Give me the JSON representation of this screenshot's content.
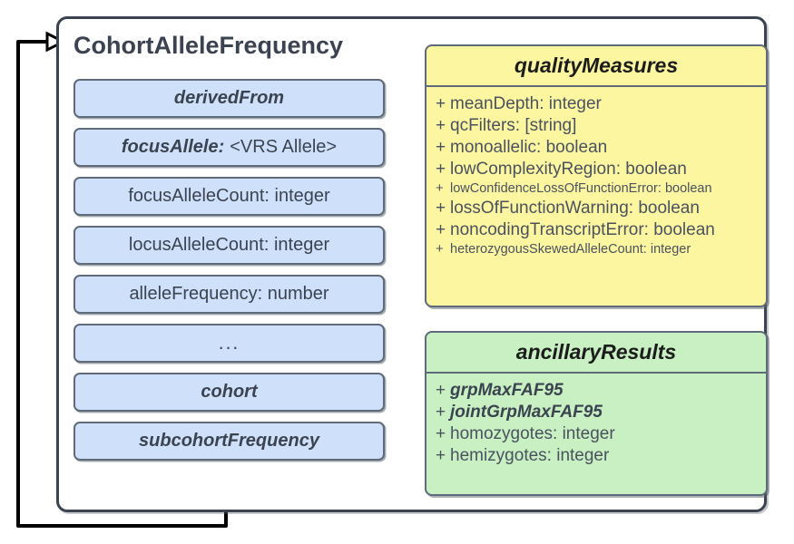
{
  "diagram": {
    "title": "CohortAlleleFrequency",
    "colors": {
      "attribute_fill": "#cfe0fa",
      "quality_fill": "#fdf6a0",
      "ancillary_fill": "#c8f0c2",
      "border": "#5f6b7a",
      "outline": "#3b4350"
    },
    "attributes": [
      {
        "name": "derivedFrom",
        "type": "",
        "style": "bold-italic"
      },
      {
        "name": "focusAllele:",
        "type": "<VRS Allele>",
        "style": "bold-italic-with-type"
      },
      {
        "name": "focusAlleleCount: integer",
        "type": "",
        "style": "plain"
      },
      {
        "name": "locusAlleleCount: integer",
        "type": "",
        "style": "plain"
      },
      {
        "name": "alleleFrequency: number",
        "type": "",
        "style": "plain"
      },
      {
        "name": "...",
        "type": "",
        "style": "ellipsis"
      },
      {
        "name": "cohort",
        "type": "",
        "style": "bold-italic"
      },
      {
        "name": "subcohortFrequency",
        "type": "",
        "style": "bold-italic"
      }
    ],
    "sub_classes": [
      {
        "id": "qualityMeasures",
        "title": "qualityMeasures",
        "members": [
          {
            "visibility": "+",
            "text": "meanDepth: integer",
            "size": "normal",
            "emphasis": "none"
          },
          {
            "visibility": "+",
            "text": "qcFilters: [string]",
            "size": "normal",
            "emphasis": "none"
          },
          {
            "visibility": "+",
            "text": "monoallelic: boolean",
            "size": "normal",
            "emphasis": "none"
          },
          {
            "visibility": "+",
            "text": "lowComplexityRegion: boolean",
            "size": "normal",
            "emphasis": "none"
          },
          {
            "visibility": "+",
            "text": "lowConfidenceLossOfFunctionError: boolean",
            "size": "small",
            "emphasis": "none"
          },
          {
            "visibility": "+",
            "text": "lossOfFunctionWarning: boolean",
            "size": "normal",
            "emphasis": "none"
          },
          {
            "visibility": "+",
            "text": "noncodingTranscriptError: boolean",
            "size": "normal",
            "emphasis": "none"
          },
          {
            "visibility": "+",
            "text": "heterozygousSkewedAlleleCount: integer",
            "size": "small",
            "emphasis": "none"
          }
        ]
      },
      {
        "id": "ancillaryResults",
        "title": "ancillaryResults",
        "members": [
          {
            "visibility": "+",
            "text": "grpMaxFAF95",
            "size": "normal",
            "emphasis": "bold-italic"
          },
          {
            "visibility": "+",
            "text": "jointGrpMaxFAF95",
            "size": "normal",
            "emphasis": "bold-italic"
          },
          {
            "visibility": "+",
            "text": "homozygotes: integer",
            "size": "normal",
            "emphasis": "none"
          },
          {
            "visibility": "+",
            "text": "hemizygotes: integer",
            "size": "normal",
            "emphasis": "none"
          }
        ]
      }
    ],
    "relationship": {
      "name": "subcohortFrequency-self-reference",
      "from": "subcohortFrequency",
      "to": "CohortAlleleFrequency",
      "arrow": "open-arrowhead"
    }
  }
}
